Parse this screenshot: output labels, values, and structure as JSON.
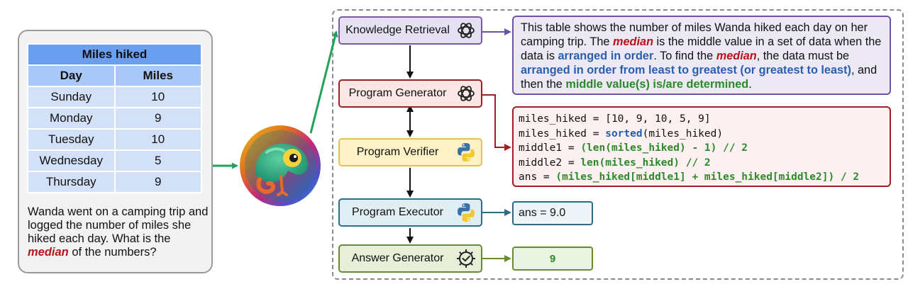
{
  "problem": {
    "table": {
      "title": "Miles hiked",
      "headers": [
        "Day",
        "Miles"
      ],
      "rows": [
        [
          "Sunday",
          "10"
        ],
        [
          "Monday",
          "9"
        ],
        [
          "Tuesday",
          "10"
        ],
        [
          "Wednesday",
          "5"
        ],
        [
          "Thursday",
          "9"
        ]
      ]
    },
    "question_pre": "Wanda went on a camping trip and logged the number of miles she hiked each day. What is the ",
    "question_keyword": "median",
    "question_post": " of the numbers?"
  },
  "modules": {
    "knowledge_retrieval": "Knowledge Retrieval",
    "program_generator": "Program Generator",
    "program_verifier": "Program Verifier",
    "program_executor": "Program Executor",
    "answer_generator": "Answer Generator"
  },
  "icons": {
    "kr": "openai-icon",
    "pg": "openai-icon",
    "pv": "python-icon",
    "pe": "python-icon",
    "ag": "gear-check-icon",
    "logo": "chameleon-logo"
  },
  "knowledge": {
    "s1": "This table shows the number of miles Wanda hiked each day on her camping trip. The ",
    "s2": "median",
    "s3": " is the middle value in a set of data when the data is ",
    "s4": "arranged in order",
    "s5": ". To find the ",
    "s6": "median",
    "s7": ", the data must be ",
    "s8": "arranged in order from least to greatest (or greatest to least)",
    "s9": ", and then the ",
    "s10": "middle value(s) is/are determined",
    "s11": "."
  },
  "program": {
    "l1": "miles_hiked = [10, 9, 10, 5, 9]",
    "l2a": "miles_hiked = ",
    "l2b": "sorted",
    "l2c": "(miles_hiked)",
    "l3a": "middle1 = ",
    "l3b": "(len(miles_hiked) - 1) // 2",
    "l4a": "middle2 = ",
    "l4b": "len(miles_hiked) // 2",
    "l5a": "ans = ",
    "l5b": "(miles_hiked[middle1] + miles_hiked[middle2]) / 2"
  },
  "execution_output": "ans = 9.0",
  "final_answer": "9",
  "colors": {
    "green_arrow": "#1fa35a",
    "purple": "#6e52a3",
    "red": "#a31d26",
    "blue": "#2a5fb0",
    "green": "#2d8a2a",
    "teal": "#2e6b84",
    "olive": "#6a8a34"
  }
}
